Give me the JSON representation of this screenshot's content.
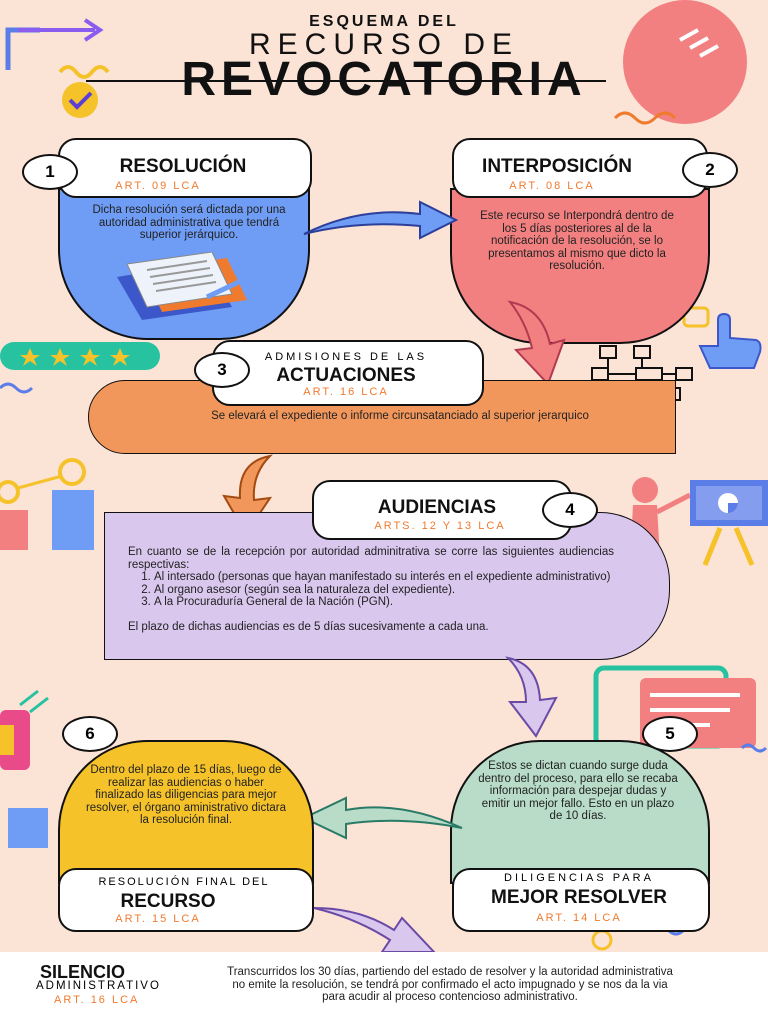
{
  "header": {
    "line1": "ESQUEMA DEL",
    "line2": "RECURSO DE",
    "line3": "REVOCATORIA"
  },
  "step1": {
    "number": "1",
    "title": "RESOLUCIÓN",
    "art": "ART. 09 LCA",
    "text": "Dicha resolución será dictada por una autoridad administrativa que tendrá superior jerárquico."
  },
  "step2": {
    "number": "2",
    "title": "INTERPOSICIÓN",
    "art": "ART. 08 LCA",
    "text": "Este recurso se Interpondrá dentro de los 5 días posteriores al de la notificación de la resolución,  se lo presentamos al mismo que dicto la resolución."
  },
  "step3": {
    "number": "3",
    "subtitle": "ADMISIONES DE LAS",
    "title": "ACTUACIONES",
    "art": "ART. 16 LCA",
    "text": "Se elevará el expediente o informe circunsatanciado al superior jerarquico"
  },
  "step4": {
    "number": "4",
    "title": "AUDIENCIAS",
    "art": "ARTS. 12 Y 13 LCA",
    "intro": "En cuanto se de la recepción por autoridad adminitrativa se corre las siguientes audiencias respectivas:",
    "items": [
      "Al intersado (personas que hayan manifestado su interés en el expediente administrativo)",
      "Al organo asesor (según sea la naturaleza del expediente).",
      "A la Procuraduría General de la Nación (PGN)."
    ],
    "closing": "El plazo de dichas audiencias es de 5 días sucesivamente a cada una."
  },
  "step5": {
    "number": "5",
    "subtitle": "DILIGENCIAS PARA",
    "title": "MEJOR RESOLVER",
    "art": "ART. 14 LCA",
    "text": "Estos se dictan cuando surge duda dentro del proceso, para ello se recaba información para despejar dudas y emitir un mejor fallo. Esto en un plazo de 10 días."
  },
  "step6": {
    "number": "6",
    "subtitle": "RESOLUCIÓN FINAL DEL",
    "title": "RECURSO",
    "art": "ART. 15 LCA",
    "text": "Dentro del plazo de 15 días, luego de realizar las audiencias o haber finalizado las diligencias para mejor resolver, el órgano aministrativo dictara la resolución final."
  },
  "footer": {
    "title": "SILENCIO",
    "subtitle": "ADMINISTRATIVO",
    "art": "ART. 16 LCA",
    "text": "Transcurridos los 30 días, partiendo del estado de resolver y la autoridad administrativa no emite la resolución, se tendrá por confirmado el acto impugnado y se nos da la via para acudir al proceso contencioso administrativo."
  },
  "colors": {
    "blue": "#6f9df5",
    "red": "#f28080",
    "orange": "#f2975b",
    "purple": "#d9c7ee",
    "green": "#b8dcc8",
    "yellow": "#f6c22a",
    "accent": "#f07a2e"
  },
  "icons": [
    "documents-icon",
    "blue-arrow-icon",
    "pink-arrow-icon",
    "orange-arrow-icon",
    "purple-arrow-icon",
    "teal-arrow-icon",
    "hand-pointer-icon",
    "flowchart-icon"
  ]
}
